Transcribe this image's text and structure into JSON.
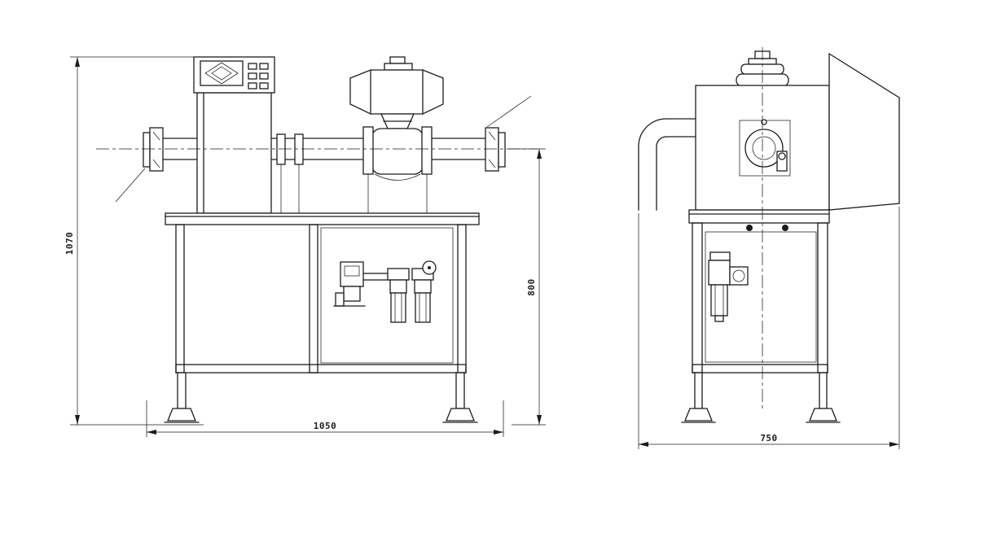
{
  "drawing": {
    "dimensions": {
      "front_overall_height": "1070",
      "front_pipe_centerline_height": "800",
      "front_overall_width": "1050",
      "side_overall_depth": "750"
    },
    "colors": {
      "line": "#1c1c1c",
      "background": "#ffffff"
    }
  }
}
